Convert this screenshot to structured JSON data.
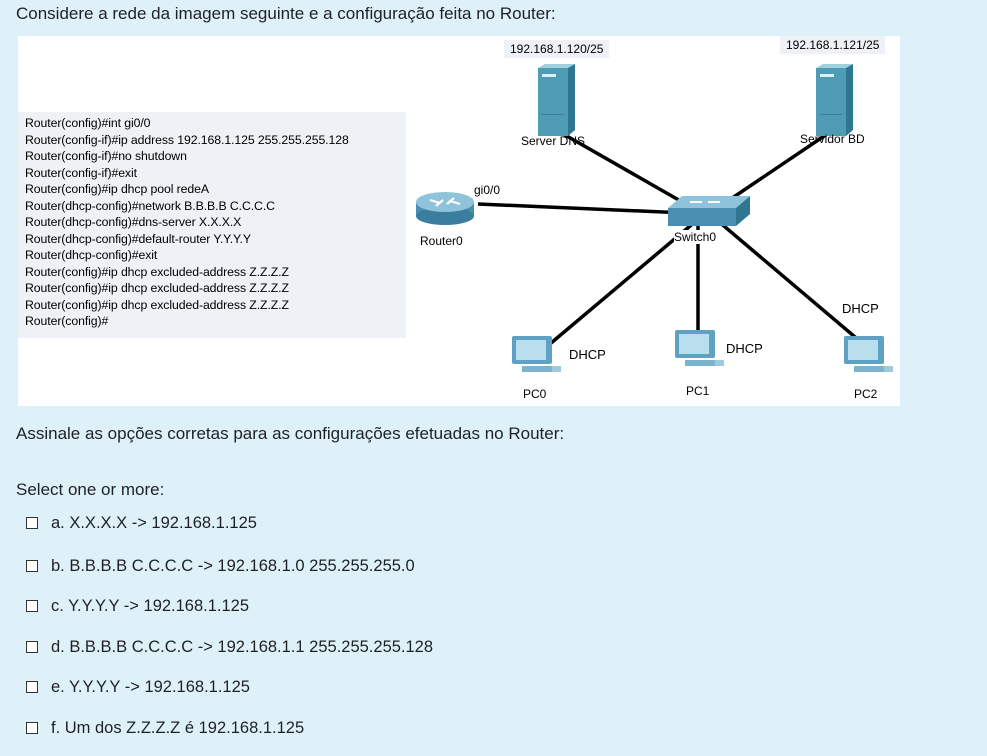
{
  "question": {
    "text": "Considere a rede da imagem seguinte e a configuração feita no Router:",
    "prompt": "Assinale as opções corretas para as configurações efetuadas no Router:",
    "select_label": "Select one or more:"
  },
  "config_lines": [
    "Router(config)#int gi0/0",
    "Router(config-if)#ip address 192.168.1.125 255.255.255.128",
    "Router(config-if)#no shutdown",
    "Router(config-if)#exit",
    "Router(config)#ip dhcp pool redeA",
    "Router(dhcp-config)#network B.B.B.B C.C.C.C",
    "Router(dhcp-config)#dns-server X.X.X.X",
    "Router(dhcp-config)#default-router Y.Y.Y.Y",
    "Router(dhcp-config)#exit",
    "Router(config)#ip dhcp excluded-address Z.Z.Z.Z",
    "Router(config)#ip dhcp excluded-address Z.Z.Z.Z",
    "Router(config)#ip dhcp excluded-address Z.Z.Z.Z",
    "Router(config)#"
  ],
  "diagram": {
    "server_dns": {
      "ip": "192.168.1.120/25",
      "name": "Server DNS"
    },
    "server_bd": {
      "ip": "192.168.1.121/25",
      "name": "Servidor BD"
    },
    "router": {
      "name": "Router0",
      "interface": "gi0/0"
    },
    "switch": {
      "name": "Switch0"
    },
    "pc0": {
      "name": "PC0",
      "mode": "DHCP"
    },
    "pc1": {
      "name": "PC1",
      "mode": "DHCP"
    },
    "pc2": {
      "name": "PC2",
      "mode": "DHCP"
    }
  },
  "options": [
    {
      "label": "a. X.X.X.X -> 192.168.1.125"
    },
    {
      "label": "b. B.B.B.B C.C.C.C -> 192.168.1.0 255.255.255.0"
    },
    {
      "label": "c. Y.Y.Y.Y -> 192.168.1.125"
    },
    {
      "label": "d. B.B.B.B C.C.C.C -> 192.168.1.1 255.255.255.128"
    },
    {
      "label": "e. Y.Y.Y.Y -> 192.168.1.125"
    },
    {
      "label": "f. Um dos Z.Z.Z.Z é 192.168.1.125"
    }
  ],
  "colors": {
    "page_background": "#dff1f8",
    "server_body": "#5a9fb8",
    "device_blue": "#6aa8c9",
    "link_line": "#000000"
  }
}
